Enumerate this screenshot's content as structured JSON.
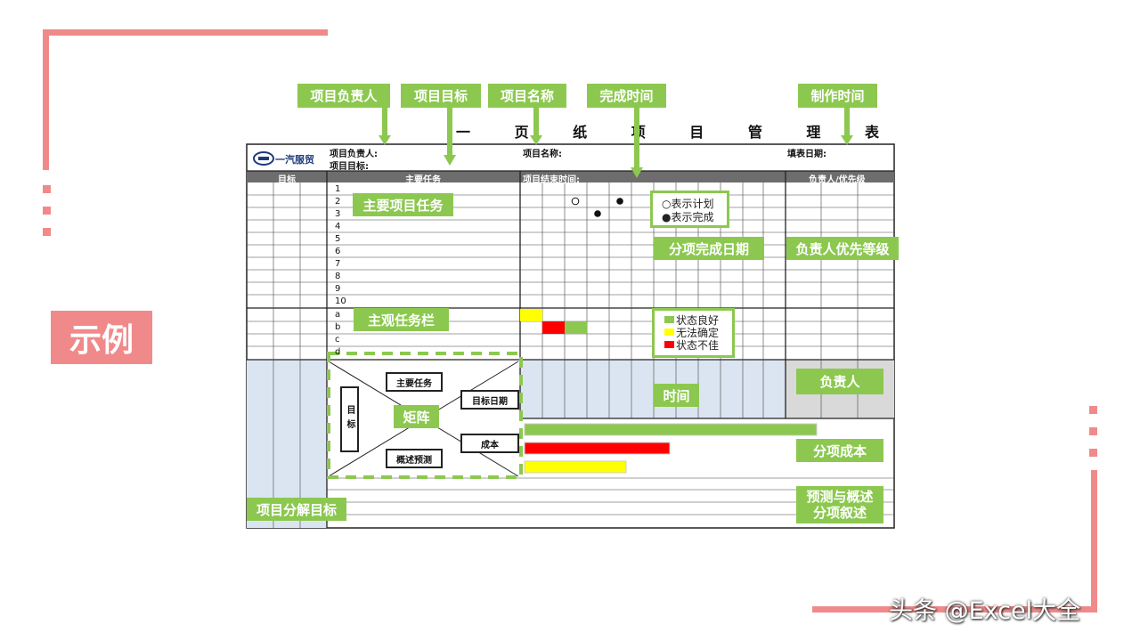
{
  "page": {
    "title": "一 页 纸 项 目 管 理 表",
    "badge": "示例",
    "watermark": "头条 @Excel大全"
  },
  "colors": {
    "frame": "#f08a8a",
    "tag_green": "#8cc84f",
    "good": "#8cc84f",
    "uncertain": "#ffff00",
    "bad": "#ff0000",
    "header_gray": "#6d6d6d",
    "light_blue": "#dbe5f1"
  },
  "top_labels": {
    "owner": "项目负责人",
    "goal": "项目目标",
    "name": "项目名称",
    "finish_time": "完成时间",
    "made_time": "制作时间"
  },
  "sheet": {
    "logo": "一汽服贸",
    "owner_label": "项目负责人:",
    "goal_label": "项目目标:",
    "name_label": "项目名称:",
    "date_label": "填表日期:",
    "header": {
      "goal": "目标",
      "main_task": "主要任务",
      "end_time": "项目结束时间:",
      "owner_priority": "负责人/优先级"
    },
    "task_rows": [
      "1",
      "2",
      "3",
      "4",
      "5",
      "6",
      "7",
      "8",
      "9",
      "10"
    ],
    "sub_rows": [
      "a",
      "b",
      "c",
      "d"
    ],
    "matrix": {
      "main_task": "主要任务",
      "goal": "目标",
      "target_date": "目标日期",
      "cost": "成本",
      "forecast": "概述预测"
    }
  },
  "callouts": {
    "main_task": "主要项目任务",
    "sub_date": "分项完成日期",
    "owner_level": "负责人优先等级",
    "subjective": "主观任务栏",
    "matrix": "矩阵",
    "time": "时间",
    "owner": "负责人",
    "sub_cost": "分项成本",
    "forecast_line1": "预测与概述",
    "forecast_line2": "分项叙述",
    "decompose": "项目分解目标"
  },
  "legend_plan": {
    "plan": "○表示计划",
    "done": "●表示完成"
  },
  "legend_status": {
    "good": "状态良好",
    "uncertain": "无法确定",
    "bad": "状态不佳"
  }
}
